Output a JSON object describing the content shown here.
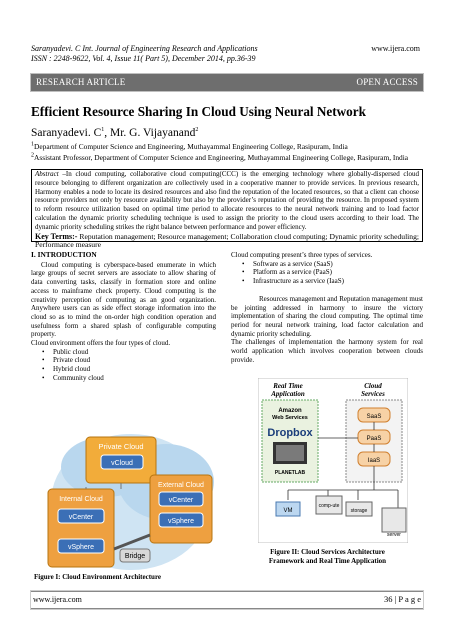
{
  "header": {
    "left_line1": "Saranyadevi. C Int. Journal of Engineering Research and Applications",
    "left_line2": "ISSN : 2248-9622, Vol. 4, Issue 11( Part 5), December 2014, pp.36-39",
    "right": "www.ijera.com"
  },
  "banner": {
    "left": "RESEARCH ARTICLE",
    "right": "OPEN ACCESS"
  },
  "title": "Efficient Resource Sharing In Cloud Using Neural Network",
  "authors": {
    "a1": "Saranyadevi. C",
    "s1": "1",
    "sep": ", Mr. G. Vijayanand",
    "s2": "2"
  },
  "affiliations": {
    "s1": "1",
    "a1": "Department of Computer Science and Engineering, Muthayammal Engineering College, Rasipuram, India",
    "s2": "2",
    "a2": "Assistant Professor, Department of Computer Science and Engineering, Muthayammal Engineering College, Rasipuram, India"
  },
  "abstract": {
    "label": "Abstract",
    "text": " –In cloud computing, collaborative cloud computing(CCC) is the emerging technology where globally-dispersed cloud resource belonging to different organization are collectively used in a cooperative manner to provide services. In previous research, Harmony enables a node to locate its desired resources and also find the reputation of the located resources, so that a client can choose resource providers not only by resource availability but also by the provider’s reputation of providing the resource. In proposed system to reform resource utilization based on optimal time period to allocate resources to the neural network training and to load factor calculation the dynamic priority scheduling technique is used to assign the priority to the cloud users according to their load. The dynamic priority scheduling strikes the right balance between performance and power efficiency.",
    "key_label": "Key Terms:-",
    "key_text": " Reputation management; Resource management; Collaboration cloud computing; Dynamic priority scheduling; Performance measure"
  },
  "col1": {
    "heading": "I.    INTRODUCTION",
    "p1": "Cloud computing is cyberspace-based enumerate in which large groups of secret servers are associate to allow sharing of data converting tasks, classify in formation store and online access to mainframe check property. Cloud computing is the creativity perception of computing as an good organization. Anywhere users can as side effect storage information into the cloud so as to mind the on-order high condition operation and usefulness form a shared splash of configurable computing property.",
    "p2": "Cloud environment offers the four types of cloud.",
    "list": [
      "Public cloud",
      "Private cloud",
      "Hybrid cloud",
      "Community cloud"
    ],
    "fig_caption": "Figure I: Cloud Environment Architecture"
  },
  "col2": {
    "p1": "Cloud computing present’s three types of services.",
    "list": [
      "Software as a service (SaaS)",
      "Platform as a service (PaaS)",
      "Infrastructure as a service (IaaS)"
    ],
    "p2": "Resources management and Reputation management must be jointing addressed in harmony to insure the victory implementation of sharing the cloud computing. The optimal time period for neural network training, load factor calculation and dynamic priority scheduling.",
    "p3": "The challenges of implementation the harmony system for real world application which involves cooperation between clouds provide.",
    "fig_caption_l1": "Figure II: Cloud Services Architecture",
    "fig_caption_l2": "Framework and Real Time Application"
  },
  "figure1": {
    "private": "Private Cloud",
    "vcloud": "vCloud",
    "external": "External Cloud",
    "vcenter_ext": "vCenter",
    "vsphere_ext": "vSphere",
    "internal": "Internal Cloud",
    "vcenter_int": "vCenter",
    "vsphere_int": "vSphere",
    "bridge": "Bridge"
  },
  "figure2": {
    "rt_l1": "Real Time",
    "rt_l2": "Application",
    "amazon_l1": "Amazon",
    "amazon_l2": "Web Services",
    "dropbox": "Dropbox",
    "planetlab": "PLANETLAB",
    "cloud_l1": "Cloud",
    "cloud_l2": "Services",
    "saas": "SaaS",
    "paas": "PaaS",
    "iaas": "IaaS",
    "vm": "VM",
    "compute": "comp-ute",
    "storage": "storage",
    "server": "server"
  },
  "footer": {
    "left": "www.ijera.com",
    "right": "36 | P a g e"
  }
}
